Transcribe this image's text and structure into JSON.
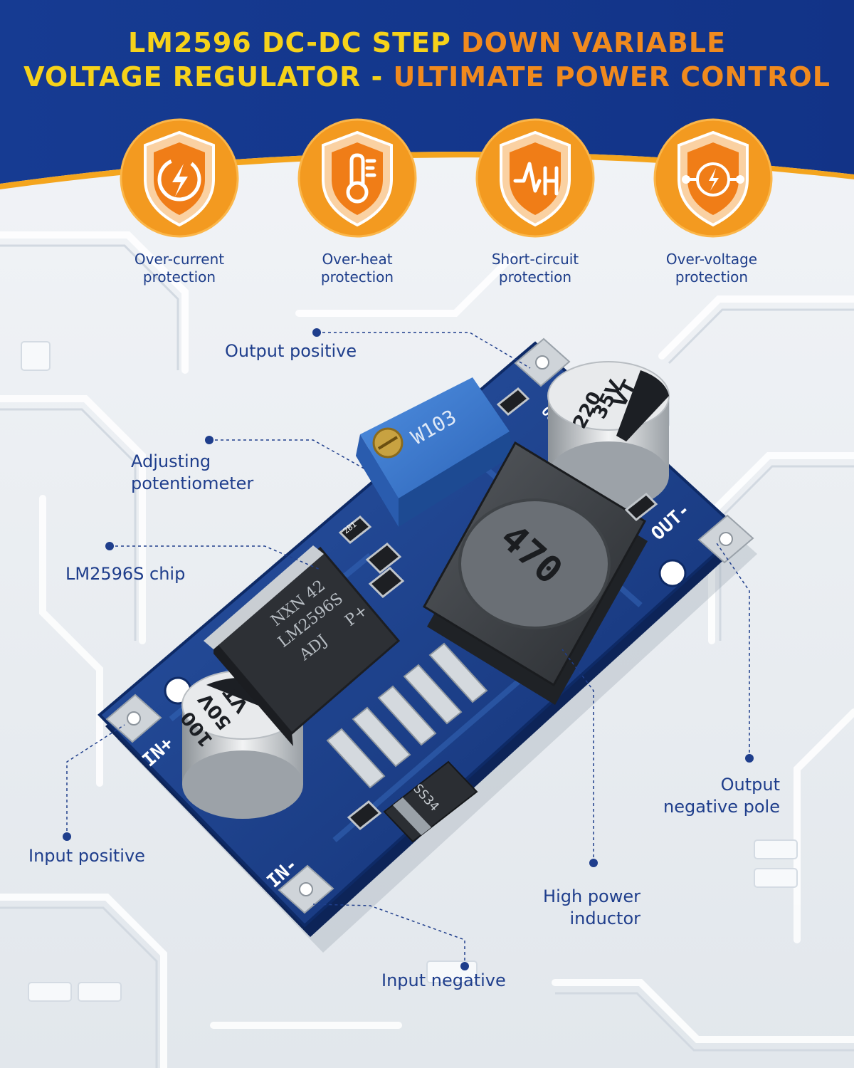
{
  "title": {
    "line1_yellow": "LM2596 DC-DC STEP",
    "line1_orange": "DOWN VARIABLE",
    "line2_yellow": "VOLTAGE REGULATOR -",
    "line2_orange": "ULTIMATE POWER CONTROL"
  },
  "colors": {
    "header_blue": "#15398f",
    "title_yellow": "#f6d21a",
    "title_orange": "#f08a1e",
    "badge_orange": "#f49a21",
    "label_blue": "#1f3e8c",
    "pcb_blue": "#1a3f8c"
  },
  "features": [
    {
      "icon": "lightning-icon",
      "line1": "Over-current",
      "line2": "protection"
    },
    {
      "icon": "thermometer-icon",
      "line1": "Over-heat",
      "line2": "protection"
    },
    {
      "icon": "short-circuit-icon",
      "line1": "Short-circuit",
      "line2": "protection"
    },
    {
      "icon": "voltage-icon",
      "line1": "Over-voltage",
      "line2": "protection"
    }
  ],
  "callouts": {
    "output_positive": "Output positive",
    "adjusting_pot_1": "Adjusting",
    "adjusting_pot_2": "potentiometer",
    "chip": "LM2596S chip",
    "output_negative_1": "Output",
    "output_negative_2": "negative pole",
    "input_positive": "Input positive",
    "inductor_1": "High power",
    "inductor_2": "inductor",
    "input_negative": "Input negative"
  },
  "board": {
    "cap_out_1": "220",
    "cap_out_2": "35V",
    "cap_out_3": "VT",
    "cap_in_1": "100",
    "cap_in_2": "50V",
    "cap_in_3": "VT",
    "pot": "W103",
    "inductor": "470",
    "chip_1": "NXN 42",
    "chip_2": "LM2596S",
    "chip_3": "ADJ",
    "chip_4": "P+",
    "diode": "SS34",
    "resistor": "2B1",
    "in_plus": "IN+",
    "in_minus": "IN-",
    "out_minus": "OUT-",
    "out_plus": "OUT+"
  }
}
